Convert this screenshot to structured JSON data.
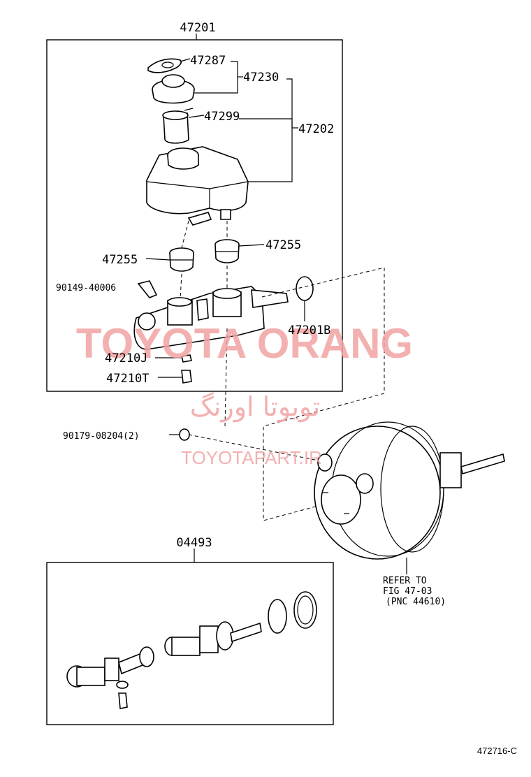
{
  "labels": {
    "assy_master_cylinder": "47201",
    "cap": "47287",
    "reservoir_cap_set": "47230",
    "strainer": "47299",
    "reservoir_sub": "47202",
    "grommet_left": "47255",
    "grommet_right": "47255",
    "bleeder_plug": "90149-40006",
    "o_ring": "47201B",
    "reservoir_union_j": "47210J",
    "reservoir_union_t": "47210T",
    "nut": "90179-08204(2)",
    "kit": "04493",
    "refer_line1": "REFER TO",
    "refer_line2": "FIG 47-03",
    "refer_line3": "(PNC 44610)"
  },
  "watermark": {
    "english": "TOYOTA ORANG",
    "persian": "تویوتا اورنگ",
    "url": "TOYOTAPART.IR",
    "color": "#f2a3a3"
  },
  "figure_code": "472716-C"
}
